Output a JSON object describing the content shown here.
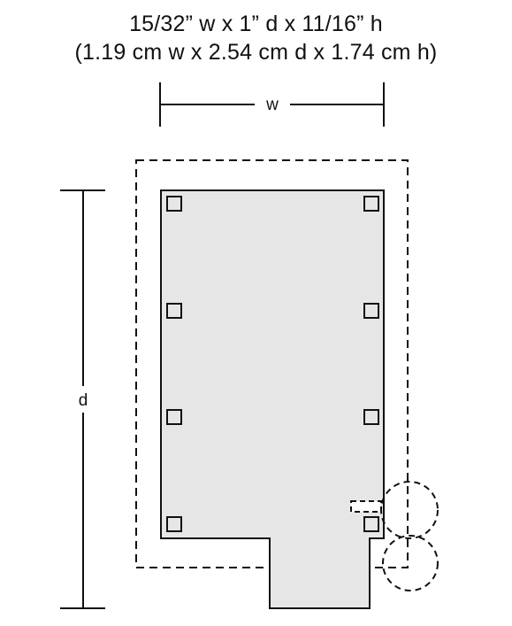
{
  "title": {
    "line1": "15/32” w x 1” d x 11/16” h",
    "line2": "(1.19 cm w x 2.54 cm d x 1.74 cm h)"
  },
  "dimension_labels": {
    "width": "w",
    "depth": "d"
  },
  "colors": {
    "body_fill": "#e6e6e6",
    "outline": "#111111",
    "background": "#ffffff"
  }
}
